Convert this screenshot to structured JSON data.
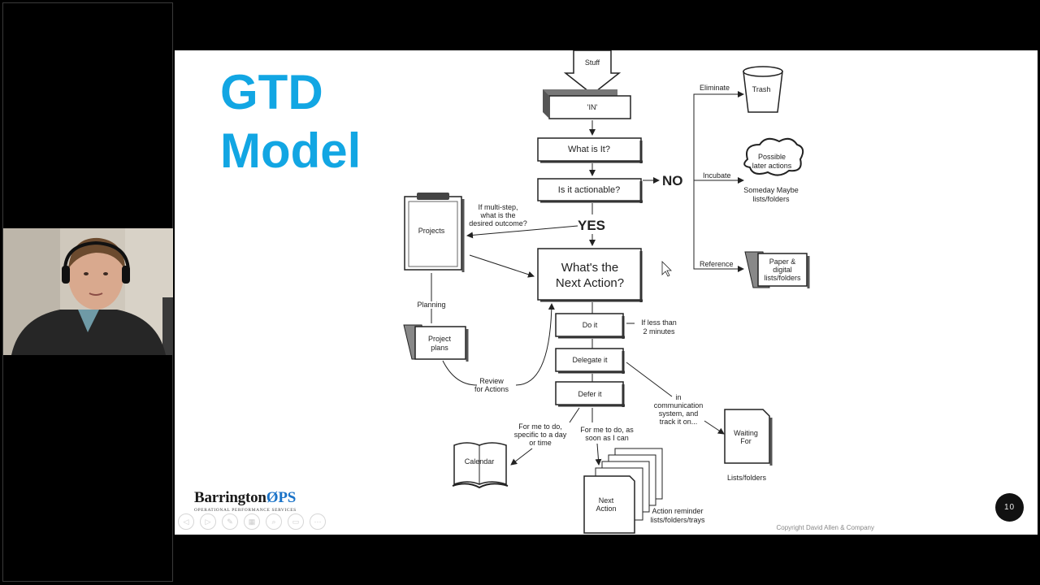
{
  "slide": {
    "title_line1": "GTD",
    "title_line2": "Model",
    "copyright": "Copyright David Allen & Company",
    "page_number": "10"
  },
  "brand": {
    "name_part1": "Barrington",
    "name_part2": "PS",
    "tagline": "OPERATIONAL PERFORMANCE SERVICES"
  },
  "controls": [
    {
      "icon": "previous-icon",
      "glyph": "◁"
    },
    {
      "icon": "next-icon",
      "glyph": "▷"
    },
    {
      "icon": "pen-icon",
      "glyph": "✎"
    },
    {
      "icon": "slides-icon",
      "glyph": "▦"
    },
    {
      "icon": "zoom-icon",
      "glyph": "⌕"
    },
    {
      "icon": "subtitles-icon",
      "glyph": "▭"
    },
    {
      "icon": "more-icon",
      "glyph": "⋯"
    }
  ],
  "diagram": {
    "stuff": "Stuff",
    "in": "'IN'",
    "what_is_it": "What is It?",
    "actionable": "Is it  actionable?",
    "no": "NO",
    "yes": "YES",
    "eliminate": "Eliminate",
    "trash": "Trash",
    "incubate": "Incubate",
    "possible_1": "Possible",
    "possible_2": "later actions",
    "someday_1": "Someday Maybe",
    "someday_2": "lists/folders",
    "reference": "Reference",
    "paper_1": "Paper &",
    "paper_2": "digital",
    "paper_3": "lists/folders",
    "multistep_1": "If multi-step,",
    "multistep_2": "what is the",
    "multistep_3": "desired outcome?",
    "projects": "Projects",
    "next_action_1": "What's the",
    "next_action_2": "Next Action?",
    "planning": "Planning",
    "project_plans_1": "Project",
    "project_plans_2": "plans",
    "review_1": "Review",
    "review_2": "for Actions",
    "do_it": "Do it",
    "less_than_1": "If less than",
    "less_than_2": "2 minutes",
    "delegate_it": "Delegate it",
    "defer_it": "Defer it",
    "comm_1": "in",
    "comm_2": "communication",
    "comm_3": "system, and",
    "comm_4": "track it on...",
    "waiting_1": "Waiting",
    "waiting_2": "For",
    "waiting_lists": "Lists/folders",
    "specific_1": "For me to do,",
    "specific_2": "specific to a day",
    "specific_3": "or time",
    "calendar": "Calendar",
    "asap_1": "For me to do, as",
    "asap_2": "soon as I can",
    "next_1": "Next",
    "next_2": "Action",
    "reminder_1": "Action reminder",
    "reminder_2": "lists/folders/trays"
  }
}
